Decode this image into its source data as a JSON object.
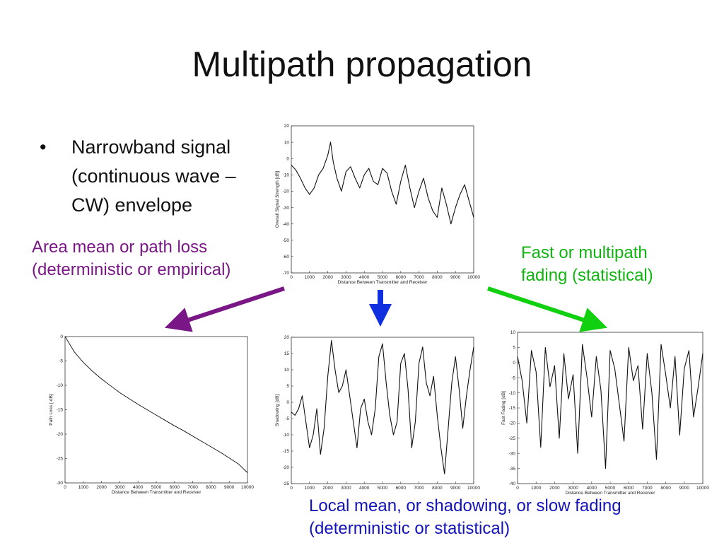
{
  "slide": {
    "title": "Multipath propagation",
    "bullet": "Narrowband signal (continuous wave – CW) envelope",
    "bullet_symbol": "•"
  },
  "labels": {
    "area_mean": "Area mean or path loss (deterministic or empirical)",
    "fast_fading": "Fast or multipath fading (statistical)",
    "local_mean": "Local mean, or shadowing, or slow fading (deterministic or statistical)"
  },
  "colors": {
    "purple_arrow": "#7a1786",
    "blue_arrow": "#1030e0",
    "green_arrow": "#10d010",
    "trace": "#111111"
  },
  "chart_data": [
    {
      "id": "overall",
      "type": "line",
      "xlabel": "Distance Between Transmitter and Receiver",
      "ylabel": "Overall Signal Strength [dB]",
      "xlim": [
        0,
        10000
      ],
      "ylim": [
        -70,
        20
      ],
      "xticks": [
        0,
        1000,
        2000,
        3000,
        4000,
        5000,
        6000,
        7000,
        8000,
        9000,
        10000
      ],
      "yticks": [
        20,
        10,
        0,
        -10,
        -20,
        -30,
        -40,
        -50,
        -60,
        -70
      ],
      "series": [
        {
          "x": [
            0,
            250,
            500,
            750,
            1000,
            1250,
            1500,
            1750,
            2000,
            2150,
            2300,
            2500,
            2750,
            3000,
            3250,
            3500,
            3750,
            4000,
            4250,
            4500,
            4750,
            5000,
            5250,
            5500,
            5750,
            6000,
            6250,
            6500,
            6750,
            7000,
            7250,
            7500,
            7750,
            8000,
            8250,
            8500,
            8750,
            9000,
            9250,
            9500,
            9750,
            10000
          ],
          "y": [
            -4,
            -7,
            -12,
            -18,
            -22,
            -18,
            -10,
            -6,
            2,
            10,
            -2,
            -12,
            -20,
            -8,
            -5,
            -12,
            -18,
            -10,
            -6,
            -14,
            -16,
            -6,
            -9,
            -20,
            -28,
            -14,
            -4,
            -18,
            -30,
            -20,
            -12,
            -24,
            -32,
            -36,
            -18,
            -28,
            -40,
            -30,
            -22,
            -16,
            -26,
            -36
          ]
        }
      ]
    },
    {
      "id": "path_loss",
      "type": "line",
      "xlabel": "Distance Between Transmitter and Receiver",
      "ylabel": "Path Loss [-dB]",
      "xlim": [
        0,
        10000
      ],
      "ylim": [
        -30,
        0
      ],
      "xticks": [
        0,
        1000,
        2000,
        3000,
        4000,
        5000,
        6000,
        7000,
        8000,
        9000,
        10000
      ],
      "yticks": [
        0,
        -5,
        -10,
        -15,
        -20,
        -25,
        -30
      ],
      "series": [
        {
          "x": [
            0,
            500,
            1000,
            1500,
            2000,
            2500,
            3000,
            3500,
            4000,
            4500,
            5000,
            5500,
            6000,
            6500,
            7000,
            7500,
            8000,
            8500,
            9000,
            9500,
            10000
          ],
          "y": [
            0,
            -3.1,
            -5.3,
            -7.1,
            -8.7,
            -10.1,
            -11.5,
            -12.7,
            -13.9,
            -15.0,
            -16.1,
            -17.2,
            -18.3,
            -19.3,
            -20.4,
            -21.5,
            -22.6,
            -23.7,
            -24.9,
            -26.1,
            -27.9
          ]
        }
      ]
    },
    {
      "id": "shadowing",
      "type": "line",
      "xlabel": "",
      "ylabel": "Shadowing [dB]",
      "xlim": [
        0,
        10000
      ],
      "ylim": [
        -25,
        20
      ],
      "xticks": [
        0,
        1000,
        2000,
        3000,
        4000,
        5000,
        6000,
        7000,
        8000,
        9000,
        10000
      ],
      "yticks": [
        20,
        15,
        10,
        5,
        0,
        -5,
        -10,
        -15,
        -20,
        -25
      ],
      "series": [
        {
          "x": [
            0,
            200,
            400,
            600,
            800,
            1000,
            1200,
            1400,
            1600,
            1800,
            2000,
            2200,
            2400,
            2600,
            2800,
            3000,
            3200,
            3400,
            3600,
            3800,
            4000,
            4200,
            4400,
            4600,
            4800,
            5000,
            5200,
            5400,
            5600,
            5800,
            6000,
            6200,
            6400,
            6600,
            6800,
            7000,
            7200,
            7400,
            7600,
            7800,
            8000,
            8200,
            8400,
            8600,
            8800,
            9000,
            9200,
            9400,
            9600,
            9800,
            10000
          ],
          "y": [
            -3,
            -4,
            -2,
            2,
            -6,
            -14,
            -10,
            -2,
            -16,
            -8,
            8,
            19,
            10,
            3,
            5,
            10,
            2,
            -6,
            -14,
            -2,
            1,
            -6,
            -10,
            -2,
            14,
            18,
            6,
            -4,
            -10,
            -6,
            12,
            15,
            4,
            -14,
            -6,
            12,
            17,
            6,
            2,
            8,
            -4,
            -14,
            -22,
            -8,
            6,
            14,
            4,
            -8,
            2,
            10,
            17
          ]
        }
      ]
    },
    {
      "id": "fast_fading",
      "type": "line",
      "xlabel": "Distance Between Transmitter and Receiver",
      "ylabel": "Fast Fading [dB]",
      "xlim": [
        0,
        10000
      ],
      "ylim": [
        -40,
        10
      ],
      "xticks": [
        0,
        1000,
        2000,
        3000,
        4000,
        5000,
        6000,
        7000,
        8000,
        9000,
        10000
      ],
      "yticks": [
        10,
        5,
        0,
        -5,
        -10,
        -15,
        -20,
        -25,
        -30,
        -35,
        -40
      ],
      "series": [
        {
          "x": [
            0,
            250,
            500,
            750,
            1000,
            1250,
            1500,
            1750,
            2000,
            2250,
            2500,
            2750,
            3000,
            3250,
            3500,
            3750,
            4000,
            4250,
            4500,
            4750,
            5000,
            5250,
            5500,
            5750,
            6000,
            6250,
            6500,
            6750,
            7000,
            7250,
            7500,
            7750,
            8000,
            8250,
            8500,
            8750,
            9000,
            9250,
            9500,
            9750,
            10000
          ],
          "y": [
            2,
            -6,
            -20,
            4,
            -3,
            -28,
            5,
            -8,
            -1,
            -25,
            3,
            -12,
            -4,
            -30,
            6,
            -5,
            -18,
            2,
            -9,
            -35,
            4,
            -2,
            -14,
            -26,
            5,
            -6,
            -1,
            -22,
            3,
            -10,
            -32,
            6,
            -4,
            -15,
            2,
            -24,
            -2,
            4,
            -18,
            -8,
            3
          ]
        }
      ]
    }
  ]
}
